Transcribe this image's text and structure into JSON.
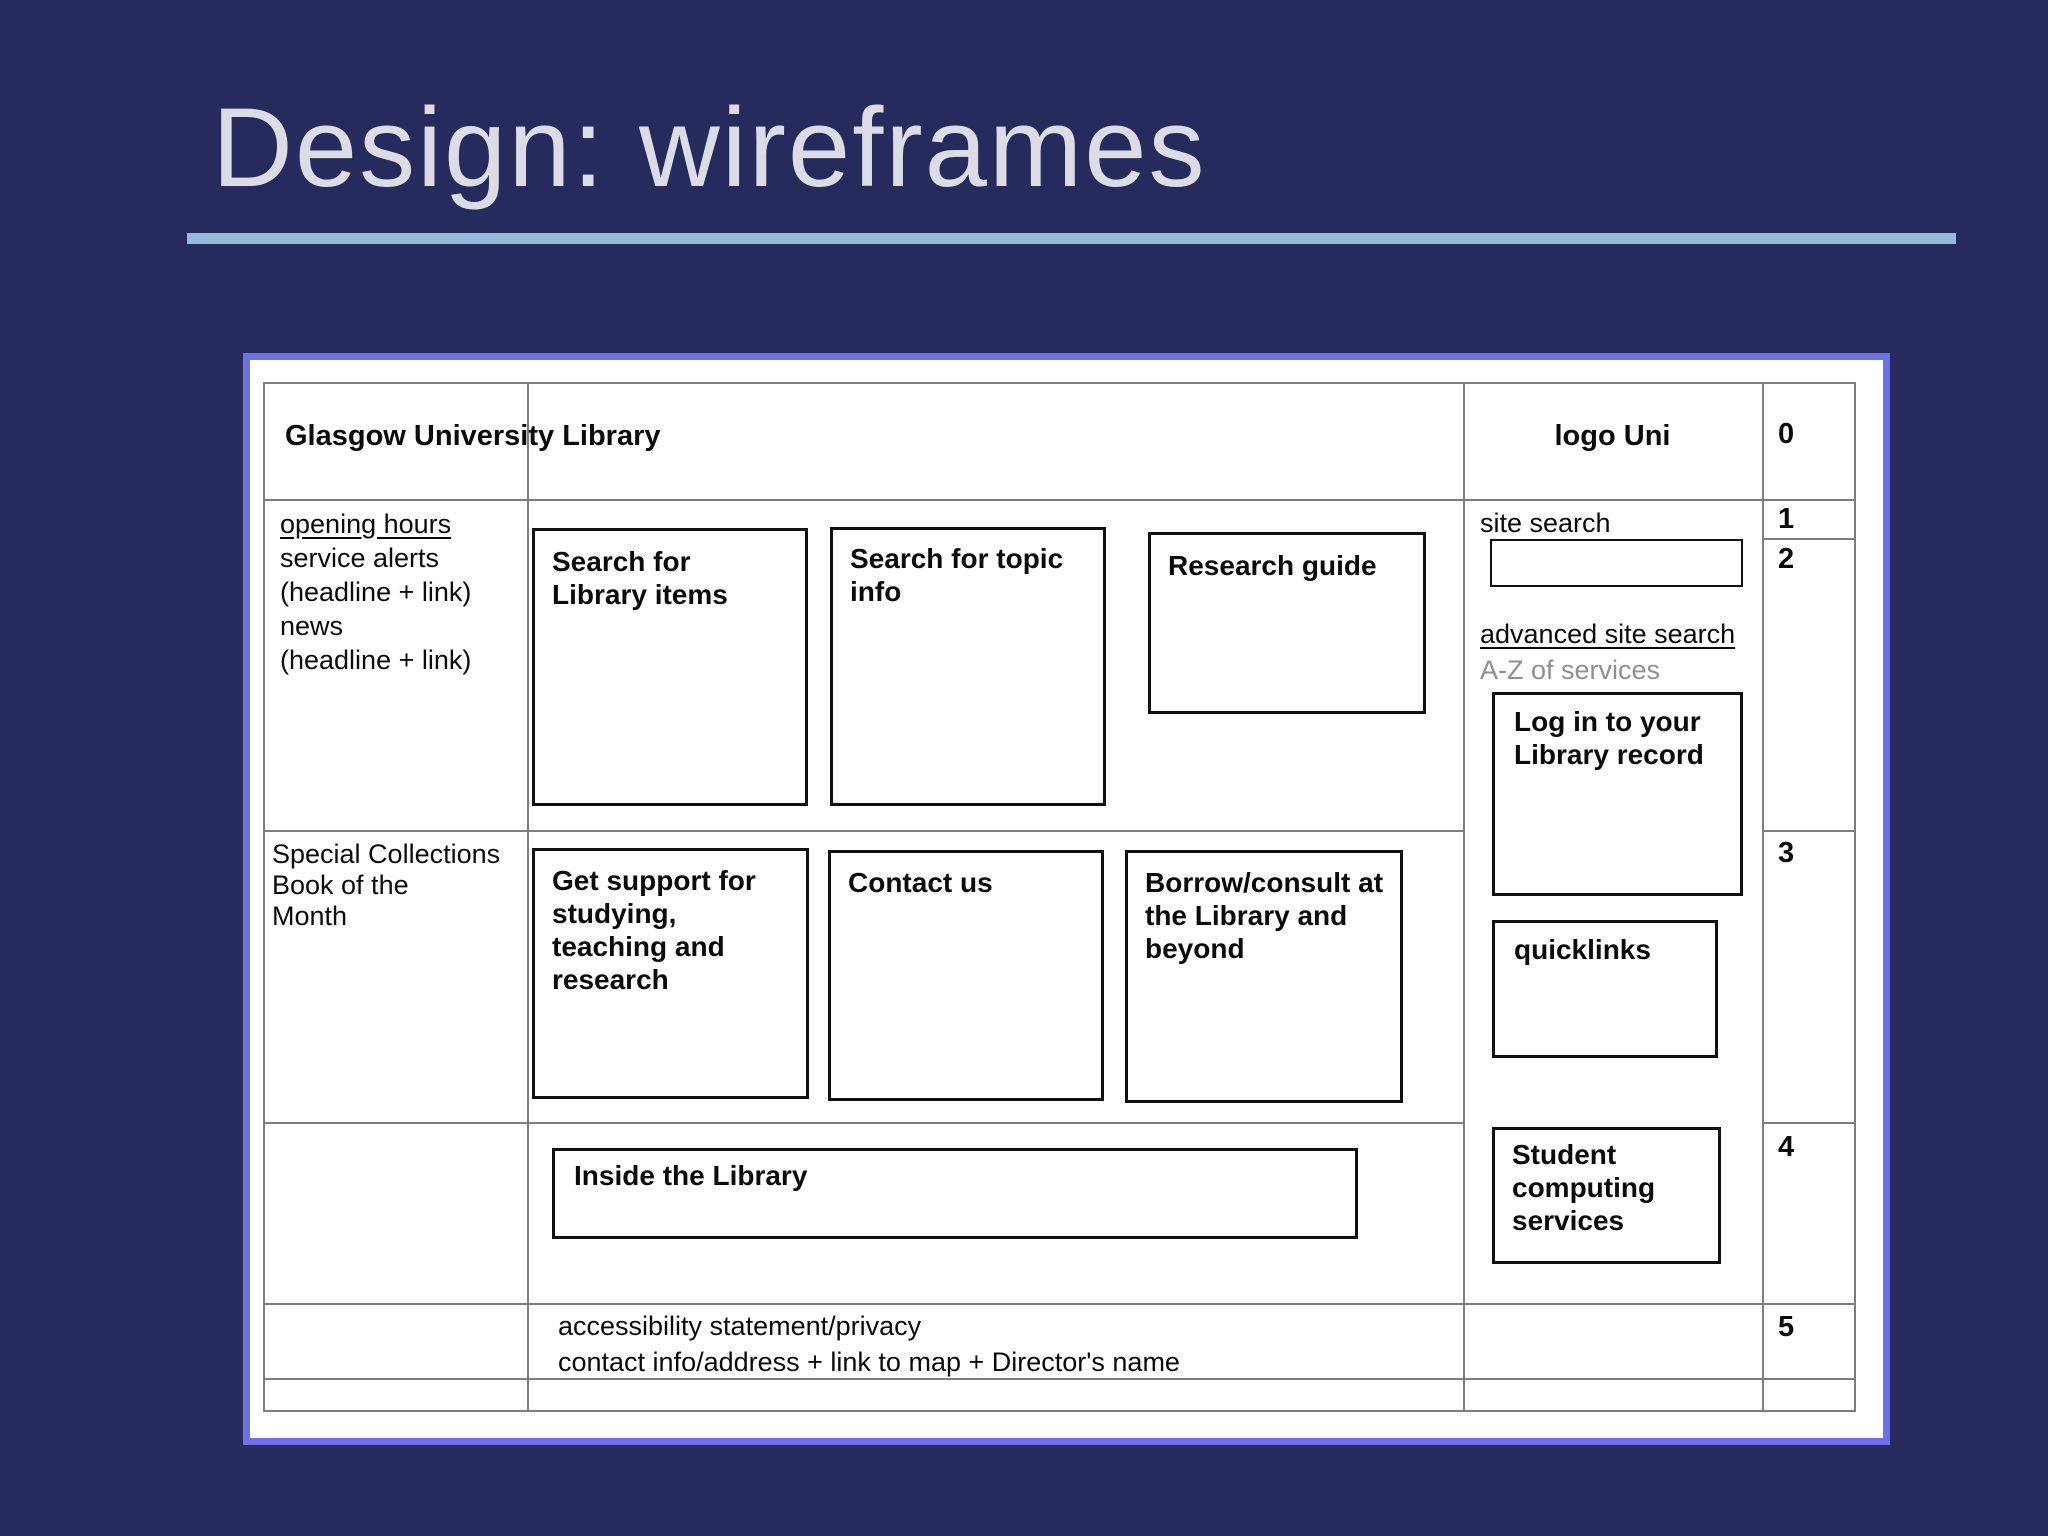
{
  "slide": {
    "title": "Design: wireframes"
  },
  "wireframe": {
    "header": {
      "site_title": "Glasgow University Library",
      "logo_label": "logo Uni"
    },
    "left_nav": {
      "opening_hours": "opening hours",
      "service_alerts": "service alerts",
      "service_alerts_note": "(headline + link)",
      "news": "news",
      "news_note": "(headline + link)",
      "special_collections": [
        "Special Collections",
        "Book of the",
        "Month"
      ]
    },
    "content_boxes": {
      "search_library_items": "Search for Library items",
      "search_topic_info": "Search for topic info",
      "research_guide": "Research guide",
      "get_support": "Get support for studying, teaching and research",
      "contact_us": "Contact us",
      "borrow_consult": "Borrow/consult at the Library and beyond",
      "inside_library": "Inside the Library"
    },
    "sidebar": {
      "site_search_label": "site search",
      "site_search_value": "",
      "advanced_site_search": "advanced site search",
      "az_of_services": "A-Z of services",
      "login_box": "Log in to your Library record",
      "quicklinks_box": "quicklinks",
      "student_computing_box": "Student computing services"
    },
    "row_numbers": [
      "0",
      "1",
      "2",
      "3",
      "4",
      "5"
    ],
    "footer": {
      "line1": "accessibility statement/privacy",
      "line2": "contact info/address + link to map + Director's name"
    }
  },
  "colors": {
    "slide_background": "#262a5c",
    "title_text": "#dbdce6",
    "title_underline": "#96bbde",
    "panel_border": "#6e71e6",
    "table_grid": "#7d7d7d",
    "wireframe_ink": "#111111",
    "muted_text": "#8f8f8f"
  }
}
